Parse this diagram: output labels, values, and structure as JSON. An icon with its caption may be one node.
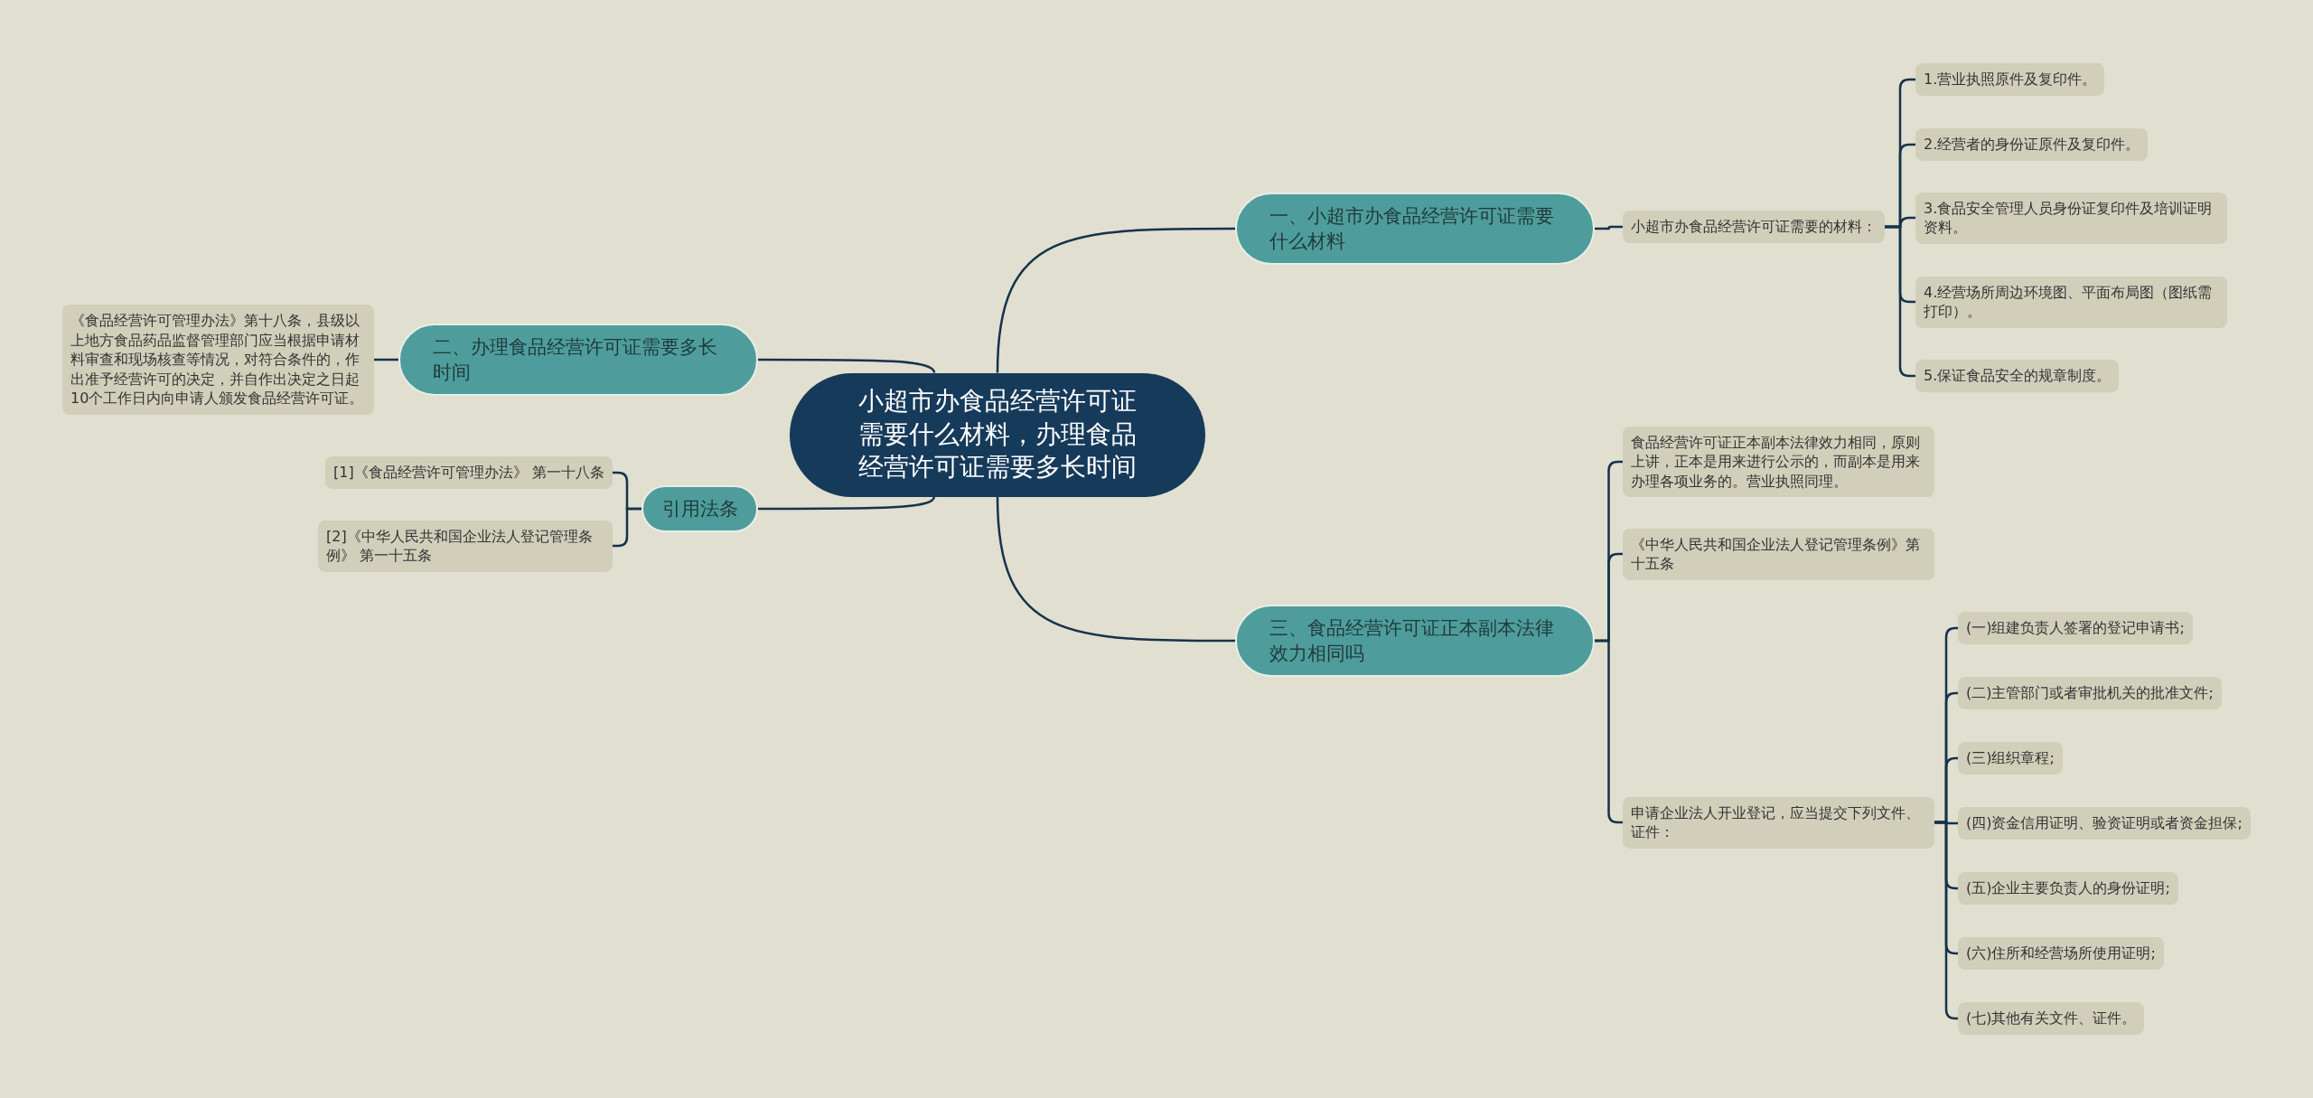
{
  "diagram": {
    "nodes": [
      {
        "text": [
          "小超市办食品经营许可证需要什么材料，办理食品经营许可证需要多长时间"
        ]
      },
      {
        "text": [
          "一、小超市办食品经营许可证需要什么材料"
        ]
      },
      {
        "text": [
          "小超市办食品经营许可证需要的材料："
        ]
      },
      {
        "text": [
          "1.营业执照原件及复印件。"
        ]
      },
      {
        "text": [
          "2.经营者的身份证原件及复印件。"
        ]
      },
      {
        "text": [
          "3.食品安全管理人员身份证复印件及培训证明资料。"
        ]
      },
      {
        "text": [
          "4.经营场所周边环境图、平面布局图（图纸需打印）。"
        ]
      },
      {
        "text": [
          "5.保证食品安全的规章制度。"
        ]
      },
      {
        "text": [
          "二、办理食品经营许可证需要多长时间"
        ]
      },
      {
        "text": [
          "《食品经营许可管理办法》第十八条，县级以上地方食品药品监督管理部门应当根据申请材料审查和现场核查等情况，对符合条件的，作出准予经营许可的决定，并自作出决定之日起10个工作日内向申请人颁发食品经营许可证。"
        ]
      },
      {
        "text": [
          "引用法条"
        ]
      },
      {
        "text": [
          "[1]《食品经营许可管理办法》 第一十八条"
        ]
      },
      {
        "text": [
          "[2]《中华人民共和国企业法人登记管理条例》 第一十五条"
        ]
      },
      {
        "text": [
          "三、食品经营许可证正本副本法律效力相同吗"
        ]
      },
      {
        "text": [
          "食品经营许可证正本副本法律效力相同，原则上讲，正本是用来进行公示的，而副本是用来办理各项业务的。营业执照同理。"
        ]
      },
      {
        "text": [
          "《中华人民共和国企业法人登记管理条例》第十五条"
        ]
      },
      {
        "text": [
          "申请企业法人开业登记，应当提交下列文件、证件："
        ]
      },
      {
        "text": [
          "(一)组建负责人签署的登记申请书;"
        ]
      },
      {
        "text": [
          "(二)主管部门或者审批机关的批准文件;"
        ]
      },
      {
        "text": [
          "(三)组织章程;"
        ]
      },
      {
        "text": [
          "(四)资金信用证明、验资证明或者资金担保;"
        ]
      },
      {
        "text": [
          "(五)企业主要负责人的身份证明;"
        ]
      },
      {
        "text": [
          "(六)住所和经营场所使用证明;"
        ]
      },
      {
        "text": [
          "(七)其他有关文件、证件。"
        ]
      }
    ],
    "edges": [
      {
        "from": 0,
        "to": 1,
        "arrow": "none"
      },
      {
        "from": 1,
        "to": 2,
        "arrow": "none"
      },
      {
        "from": 2,
        "to": 3,
        "arrow": "none"
      },
      {
        "from": 2,
        "to": 4,
        "arrow": "none"
      },
      {
        "from": 2,
        "to": 5,
        "arrow": "none"
      },
      {
        "from": 2,
        "to": 6,
        "arrow": "none"
      },
      {
        "from": 2,
        "to": 7,
        "arrow": "none"
      },
      {
        "from": 0,
        "to": 8,
        "arrow": "none"
      },
      {
        "from": 8,
        "to": 9,
        "arrow": "none"
      },
      {
        "from": 0,
        "to": 10,
        "arrow": "none"
      },
      {
        "from": 10,
        "to": 11,
        "arrow": "none"
      },
      {
        "from": 10,
        "to": 12,
        "arrow": "none"
      },
      {
        "from": 0,
        "to": 13,
        "arrow": "none"
      },
      {
        "from": 13,
        "to": 14,
        "arrow": "none"
      },
      {
        "from": 13,
        "to": 15,
        "arrow": "none"
      },
      {
        "from": 13,
        "to": 16,
        "arrow": "none"
      },
      {
        "from": 16,
        "to": 17,
        "arrow": "none"
      },
      {
        "from": 16,
        "to": 18,
        "arrow": "none"
      },
      {
        "from": 16,
        "to": 19,
        "arrow": "none"
      },
      {
        "from": 16,
        "to": 20,
        "arrow": "none"
      },
      {
        "from": 16,
        "to": 21,
        "arrow": "none"
      },
      {
        "from": 16,
        "to": 22,
        "arrow": "none"
      },
      {
        "from": 16,
        "to": 23,
        "arrow": "none"
      }
    ]
  }
}
